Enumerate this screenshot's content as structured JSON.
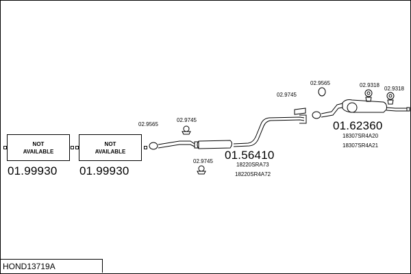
{
  "diagram_code": "HOND13719A",
  "placeholders": [
    {
      "line1": "NOT",
      "line2": "AVAILABLE",
      "part_number": "01.99930"
    },
    {
      "line1": "NOT",
      "line2": "AVAILABLE",
      "part_number": "01.99930"
    }
  ],
  "middle_silencer": {
    "part_number": "01.56410",
    "oem_1": "18220SRA73",
    "oem_2": "18220SR4A72"
  },
  "rear_silencer": {
    "part_number": "01.62360",
    "oem_1": "18307SR4A20",
    "oem_2": "18307SR4A21"
  },
  "fittings": {
    "gasket_front": "02.9565",
    "hanger_middle_top": "02.9745",
    "hanger_middle_bottom": "02.9745",
    "hanger_pipe": "02.9745",
    "gasket_rear": "02.9565",
    "hanger_rear_1": "02.9318",
    "hanger_rear_2": "02.9318"
  }
}
